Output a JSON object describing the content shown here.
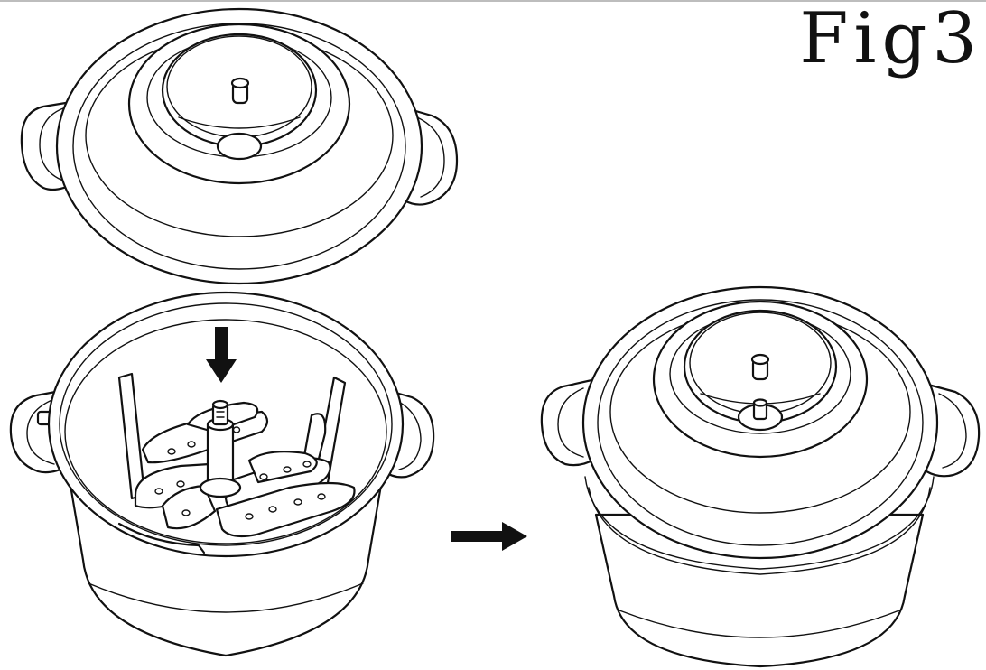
{
  "figure": {
    "label": "Fig3"
  },
  "illustration": {
    "parts": [
      "lid-detached",
      "bowl-with-blades",
      "assembled-chopper"
    ],
    "arrows": [
      "down-arrow",
      "right-arrow"
    ],
    "line_color": "#111111",
    "background": "#ffffff"
  }
}
